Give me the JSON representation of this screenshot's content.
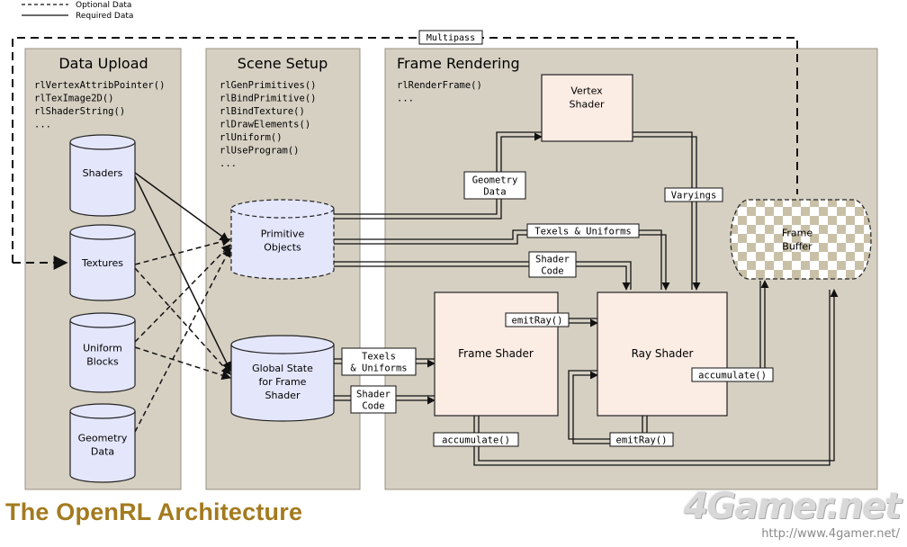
{
  "legend": {
    "optional": "Optional Data",
    "required": "Required Data"
  },
  "multipass_label": "Multipass",
  "panels": {
    "upload": {
      "title": "Data Upload",
      "calls": [
        "rlVertexAttribPointer()",
        "rlTexImage2D()",
        "rlShaderString()",
        "..."
      ]
    },
    "scene": {
      "title": "Scene Setup",
      "calls": [
        "rlGenPrimitives()",
        "rlBindPrimitive()",
        "rlBindTexture()",
        "rlDrawElements()",
        "rlUniform()",
        "rlUseProgram()",
        "..."
      ]
    },
    "render": {
      "title": "Frame Rendering",
      "calls": [
        "rlRenderFrame()",
        "..."
      ]
    }
  },
  "cylinders": {
    "shaders": [
      "Shaders"
    ],
    "textures": [
      "Textures"
    ],
    "uniform_blocks": [
      "Uniform",
      "Blocks"
    ],
    "geometry_data": [
      "Geometry",
      "Data"
    ],
    "primitive_objects": [
      "Primitive",
      "Objects"
    ],
    "global_state": [
      "Global State",
      "for Frame",
      "Shader"
    ],
    "frame_buffer": [
      "Frame",
      "Buffer"
    ]
  },
  "shaders": {
    "vertex": [
      "Vertex",
      "Shader"
    ],
    "frame": [
      "Frame Shader"
    ],
    "ray": [
      "Ray Shader"
    ]
  },
  "labels": {
    "geometry_data": [
      "Geometry",
      "Data"
    ],
    "texels_uniforms_top": [
      "Texels & Uniforms"
    ],
    "shader_code_top": [
      "Shader",
      "Code"
    ],
    "varyings": [
      "Varyings"
    ],
    "texels_uniforms_left": [
      "Texels",
      "& Uniforms"
    ],
    "shader_code_left": [
      "Shader",
      "Code"
    ],
    "emit_ray_top": [
      "emitRay()"
    ],
    "emit_ray_bottom": [
      "emitRay()"
    ],
    "accumulate_right": [
      "accumulate()"
    ],
    "accumulate_bottom": [
      "accumulate()"
    ]
  },
  "footer": {
    "title": "The OpenRL Architecture",
    "logo": "4Gamer.net",
    "url": "http://www.4gamer.net/"
  },
  "colors": {
    "panel": "#d6d0c3",
    "cylinder": "#e4e6fb",
    "shader_box": "#fbece4",
    "title": "#a37a1e"
  }
}
